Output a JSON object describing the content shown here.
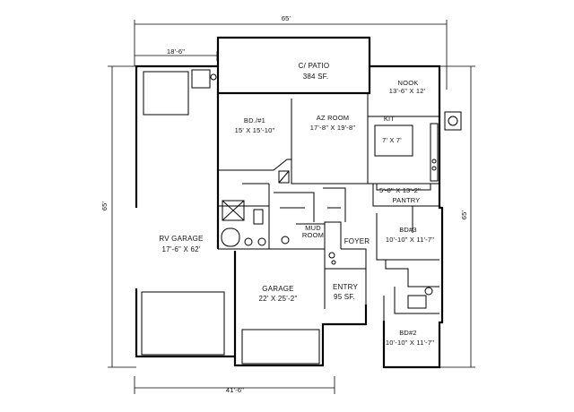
{
  "dimensions": {
    "top_overall": "65'",
    "top_left": "18'-6\"",
    "left_side": "65'",
    "right_side": "65'",
    "bottom": "41'-6\""
  },
  "rooms": {
    "patio_name": "C/ PATIO",
    "patio_size": "384 SF.",
    "nook_name": "NOOK",
    "nook_size": "13'-6\" X 12'",
    "bd1_name": "BD./#1",
    "bd1_size": "15' X 15'-10\"",
    "az_name": "AZ ROOM",
    "az_size": "17'-8\" X 19'-8\"",
    "kit_name": "KIT",
    "island_size": "7' X 7'",
    "pantry_size": "5'-8\" X 13'-2\"",
    "pantry_name": "PANTRY",
    "rv_name": "RV GARAGE",
    "rv_size": "17'-6\" X 62'",
    "mud_name": "MUD",
    "mud_name2": "ROOM",
    "foyer_name": "FOYER",
    "bd3_name": "BD#3",
    "bd3_size": "10'-10\" X 11'-7\"",
    "garage_name": "GARAGE",
    "garage_size": "22' X 25'-2\"",
    "entry_name": "ENTRY",
    "entry_size": "95 SF.",
    "bd2_name": "BD#2",
    "bd2_size": "10'-10\" X 11'-7\""
  }
}
